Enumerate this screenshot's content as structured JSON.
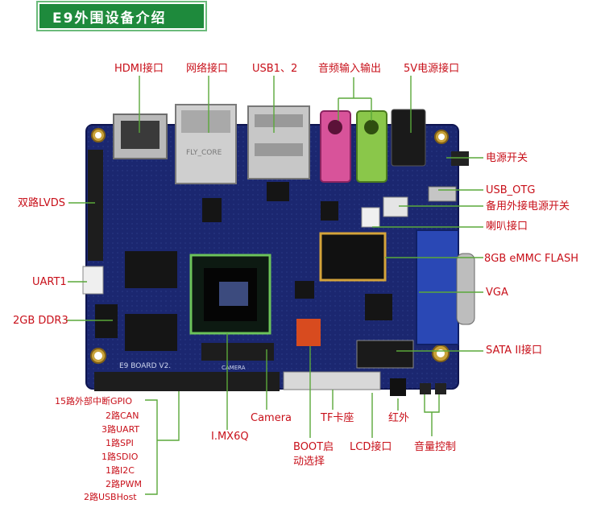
{
  "title": "E9外围设备介绍",
  "board": {
    "silk_board": "E9 BOARD V2.",
    "silk_flycore": "FLY_CORE",
    "silk_camera": "CAMERA"
  },
  "colors": {
    "label": "#c8101a",
    "leader": "#5aa83a",
    "title_bg": "#1e8a3c",
    "pcb": "#1a2a6b"
  },
  "labels": {
    "hdmi": "HDMI接口",
    "network": "网络接口",
    "usb": "USB1、2",
    "audio_io": "音频输入输出",
    "power5v": "5V电源接口",
    "power_switch": "电源开关",
    "usb_otg": "USB_OTG",
    "backup_power": "备用外接电源开关",
    "speaker": "喇叭接口",
    "emmc": "8GB eMMC FLASH",
    "vga": "VGA",
    "sata": "SATA II接口",
    "lvds": "双路LVDS",
    "uart1": "UART1",
    "ddr3": "2GB DDR3",
    "gpio": "15路外部中断GPIO",
    "can": "2路CAN",
    "uart": "3路UART",
    "spi": "1路SPI",
    "sdio": "1路SDIO",
    "i2c": "1路I2C",
    "pwm": "2路PWM",
    "usbhost": "2路USBHost",
    "imx6q": "I.MX6Q",
    "camera": "Camera",
    "boot_line1": "BOOT启",
    "boot_line2": "动选择",
    "tf": "TF卡座",
    "lcd": "LCD接口",
    "ir": "红外",
    "volume": "音量控制"
  }
}
